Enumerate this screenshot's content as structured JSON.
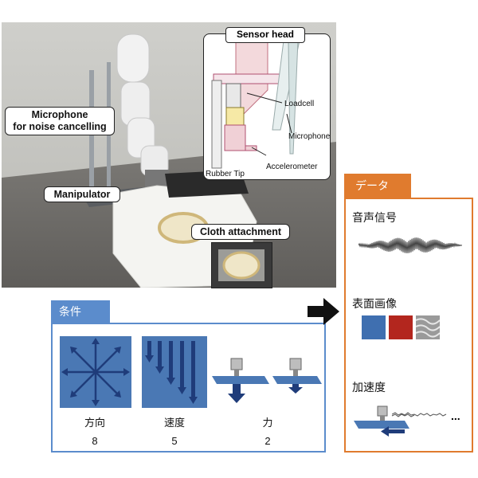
{
  "photo": {
    "callouts": {
      "microphone": [
        "Microphone",
        "for noise cancelling"
      ],
      "manipulator": "Manipulator",
      "cloth_attachment": "Cloth attachment"
    },
    "sensor_head": {
      "title": "Sensor head",
      "labels": {
        "loadcell": "Loadcell",
        "microphone": "Microphone",
        "accelerometer": "Accelerometer",
        "rubber_tip": "Rubber Tip"
      }
    }
  },
  "conditions": {
    "tab_label": "条件",
    "items": [
      {
        "name": "方向",
        "count": "8"
      },
      {
        "name": "速度",
        "count": "5"
      },
      {
        "name": "力",
        "count": "2"
      }
    ]
  },
  "data": {
    "tab_label": "データ",
    "items": {
      "audio": "音声信号",
      "surface_image": "表面画像",
      "acceleration": "加速度"
    },
    "ellipsis": "..."
  },
  "colors": {
    "conditions_accent": "#5b8ccc",
    "data_accent": "#e07b2e",
    "denim": "#3f6fa8",
    "arrow_navy": "#1f3c7a"
  }
}
